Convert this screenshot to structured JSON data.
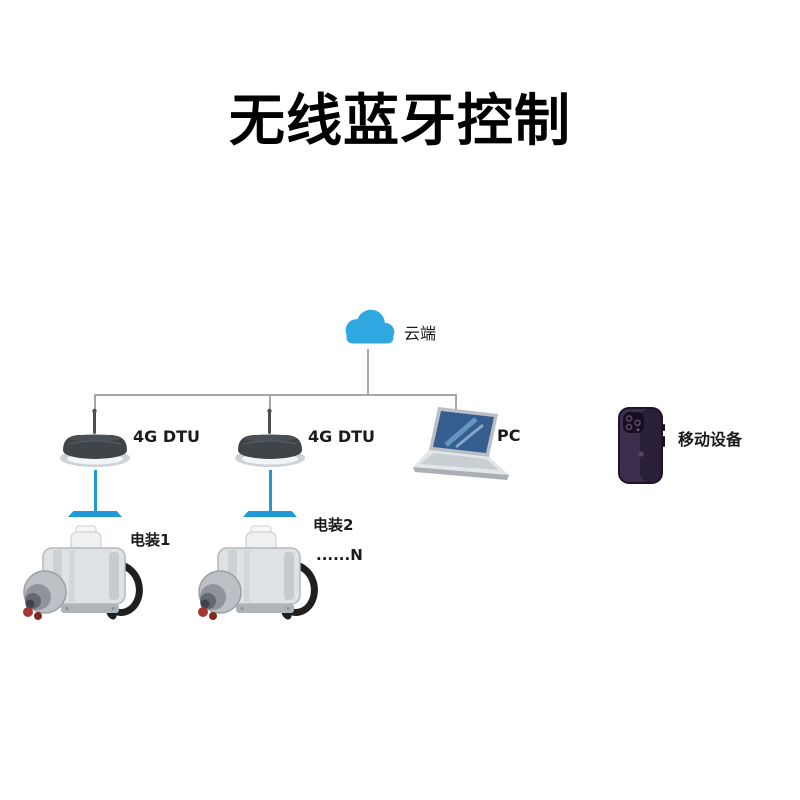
{
  "title": "无线蓝牙控制",
  "nodes": {
    "cloud": {
      "label": "云端"
    },
    "dtu1": {
      "label": "4G DTU"
    },
    "dtu2": {
      "label": "4G DTU"
    },
    "pc": {
      "label": "PC"
    },
    "mobile": {
      "label": "移动设备"
    },
    "actuator1": {
      "label": "电装1"
    },
    "actuator2": {
      "label": "电装2",
      "sublabel": "......N"
    }
  },
  "colors": {
    "cloud_blue": "#2fa8e1",
    "link_blue": "#1f9ad6",
    "tree_line": "#a6a6a6",
    "title_text": "#000000"
  }
}
